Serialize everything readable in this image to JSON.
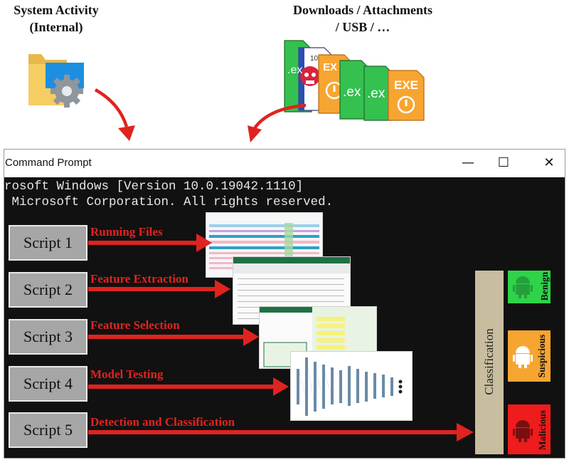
{
  "headings": {
    "internal_line1": "System Activity",
    "internal_line2": "(Internal)",
    "external_line1": "Downloads / Attachments",
    "external_line2": "/ USB / …"
  },
  "file_icons": {
    "ext_label": ".ex",
    "exe_label": "EXE",
    "binary_text": "10"
  },
  "window": {
    "title": "Command Prompt",
    "console_line1": "rosoft Windows [Version 10.0.19042.1110]",
    "console_line2": " Microsoft Corporation. All rights reserved."
  },
  "steps": [
    {
      "script": "Script 1",
      "label": "Running Files"
    },
    {
      "script": "Script 2",
      "label": "Feature Extraction"
    },
    {
      "script": "Script 3",
      "label": "Feature Selection"
    },
    {
      "script": "Script 4",
      "label": "Model Testing"
    },
    {
      "script": "Script 5",
      "label": "Detection and Classification"
    }
  ],
  "classification": {
    "label": "Classification",
    "classes": [
      {
        "name": "Benign",
        "color": "#2fd34a"
      },
      {
        "name": "Suspicious",
        "color": "#f7a531"
      },
      {
        "name": "Malicious",
        "color": "#ee1c1c"
      }
    ]
  },
  "colors": {
    "arrow": "#e0231f",
    "console_bg": "#111111",
    "script_box": "#a6a6a6",
    "classification_bar": "#c8bd9f"
  }
}
